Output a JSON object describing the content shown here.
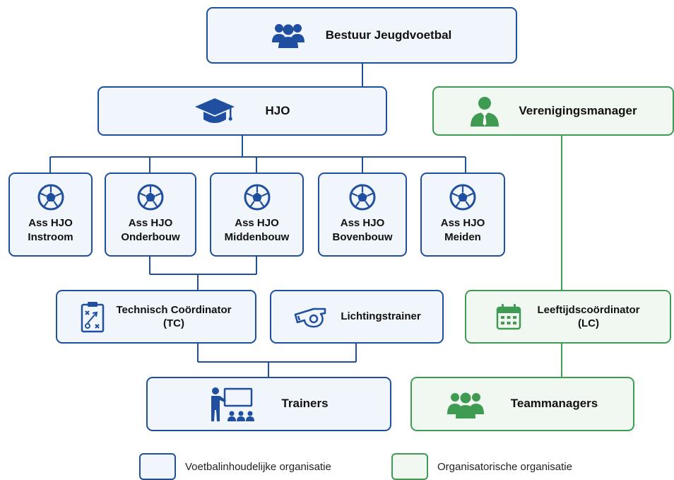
{
  "nodes": {
    "bestuur": {
      "label": "Bestuur Jeugdvoetbal",
      "icon": "people-icon"
    },
    "hjo": {
      "label": "HJO",
      "icon": "graduation-cap-icon"
    },
    "verenigingsmanager": {
      "label": "Verenigingsmanager",
      "icon": "manager-icon"
    },
    "ass_instroom": {
      "line1": "Ass HJO",
      "line2": "Instroom",
      "icon": "soccer-ball-icon"
    },
    "ass_onderbouw": {
      "line1": "Ass HJO",
      "line2": "Onderbouw",
      "icon": "soccer-ball-icon"
    },
    "ass_middenbouw": {
      "line1": "Ass HJO",
      "line2": "Middenbouw",
      "icon": "soccer-ball-icon"
    },
    "ass_bovenbouw": {
      "line1": "Ass HJO",
      "line2": "Bovenbouw",
      "icon": "soccer-ball-icon"
    },
    "ass_meiden": {
      "line1": "Ass HJO",
      "line2": "Meiden",
      "icon": "soccer-ball-icon"
    },
    "technisch": {
      "line1": "Technisch Coördinator",
      "line2": "(TC)",
      "icon": "tactics-board-icon"
    },
    "lichtingstrainer": {
      "label": "Lichtingstrainer",
      "icon": "whistle-icon"
    },
    "leeftijds": {
      "line1": "Leeftijdscoördinator",
      "line2": "(LC)",
      "icon": "calendar-icon"
    },
    "trainers": {
      "label": "Trainers",
      "icon": "presentation-icon"
    },
    "teammanagers": {
      "label": "Teammanagers",
      "icon": "group-icon"
    }
  },
  "legend": {
    "blue": "Voetbalinhoudelijke organisatie",
    "green": "Organisatorische organisatie"
  },
  "colors": {
    "blue_border": "#1f4f9e",
    "blue_fill": "#f1f6fc",
    "green_border": "#3f9a52",
    "green_fill": "#f1f8f2",
    "icon_blue": "#1f4f9e",
    "icon_green": "#3f9a52"
  }
}
